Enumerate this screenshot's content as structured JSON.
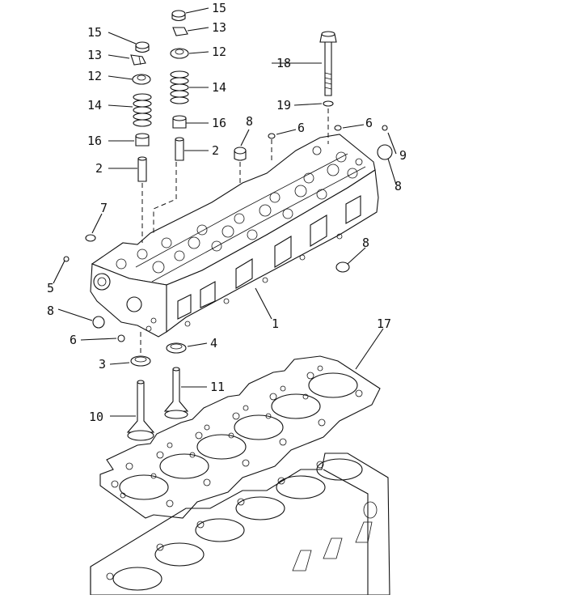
{
  "callouts": [
    "1",
    "2",
    "2",
    "3",
    "4",
    "5",
    "6",
    "6",
    "6",
    "7",
    "8",
    "8",
    "8",
    "8",
    "9",
    "10",
    "11",
    "12",
    "12",
    "13",
    "13",
    "14",
    "14",
    "15",
    "15",
    "16",
    "16",
    "17",
    "18",
    "19"
  ]
}
